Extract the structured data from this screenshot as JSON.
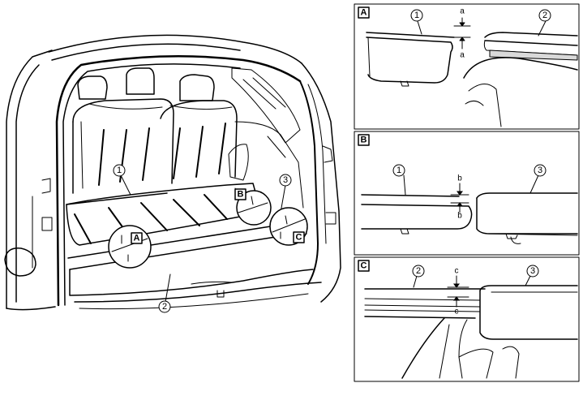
{
  "overview": {
    "callouts": {
      "part1": "1",
      "part2": "2",
      "part3": "3"
    },
    "detail_markers": {
      "a": "A",
      "b": "B",
      "c": "C"
    }
  },
  "details": [
    {
      "label": "A",
      "part_left": "1",
      "part_right": "2",
      "gap_label": "a"
    },
    {
      "label": "B",
      "part_left": "1",
      "part_right": "3",
      "gap_label": "b"
    },
    {
      "label": "C",
      "part_left": "2",
      "part_right": "3",
      "gap_label": "c"
    }
  ]
}
